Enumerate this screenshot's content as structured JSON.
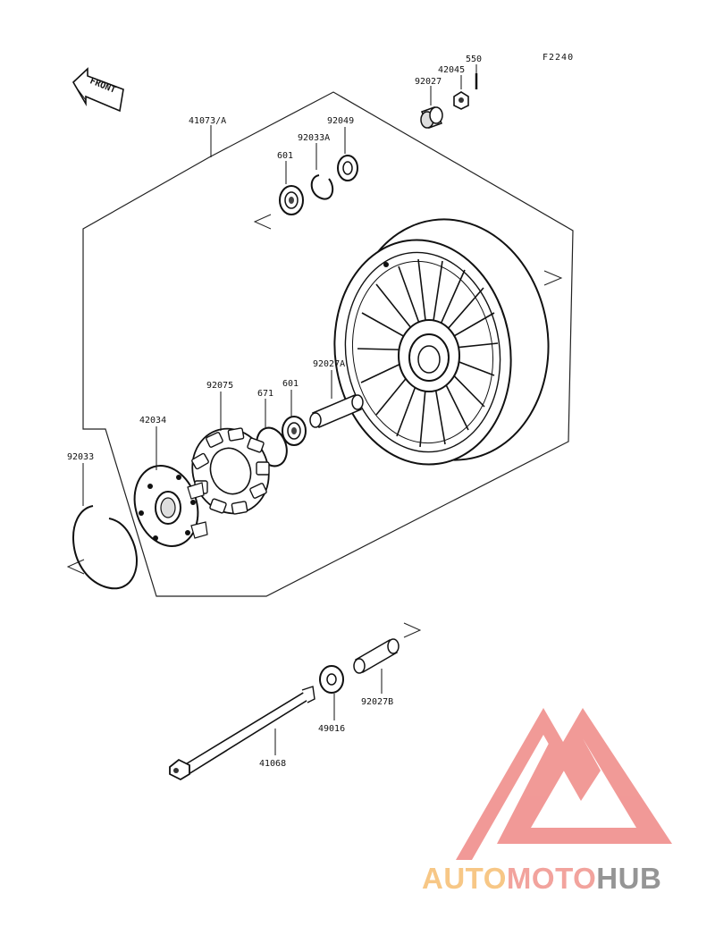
{
  "figure_code": "F2240",
  "front_arrow_label": "FRONT",
  "callouts": [
    {
      "id": "41073-a",
      "text": "41073/A"
    },
    {
      "id": "92049",
      "text": "92049"
    },
    {
      "id": "92033a",
      "text": "92033A"
    },
    {
      "id": "601-top",
      "text": "601"
    },
    {
      "id": "92027-top",
      "text": "92027"
    },
    {
      "id": "42045",
      "text": "42045"
    },
    {
      "id": "550",
      "text": "550"
    },
    {
      "id": "92027a",
      "text": "92027A"
    },
    {
      "id": "601-mid",
      "text": "601"
    },
    {
      "id": "671",
      "text": "671"
    },
    {
      "id": "92075",
      "text": "92075"
    },
    {
      "id": "42034",
      "text": "42034"
    },
    {
      "id": "92033",
      "text": "92033"
    },
    {
      "id": "92027b",
      "text": "92027B"
    },
    {
      "id": "49016",
      "text": "49016"
    },
    {
      "id": "41068",
      "text": "41068"
    }
  ],
  "watermark": {
    "text_part1": "AUTO",
    "text_part2": "MOTO",
    "text_part3": "HUB",
    "color_auto": "#f7c27a",
    "color_moto": "#f19a93",
    "color_hub": "#8a8a8a",
    "logo_color": "#f08f8c"
  }
}
